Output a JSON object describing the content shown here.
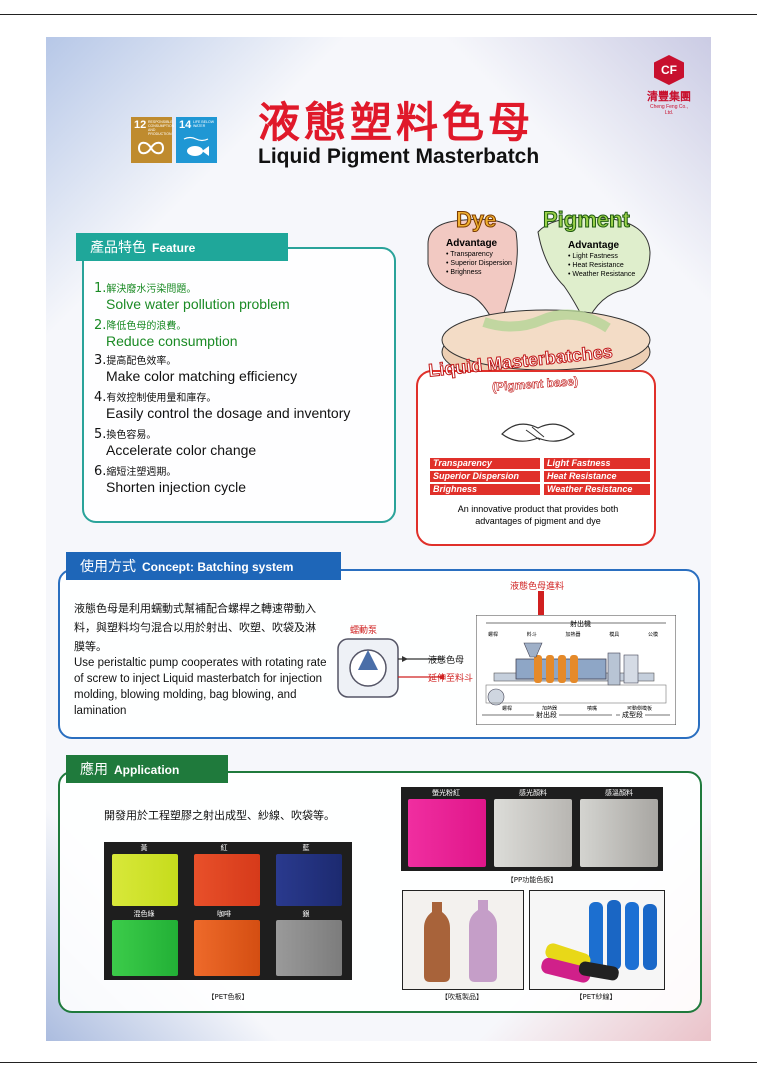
{
  "header": {
    "title_cn": "液態塑料色母",
    "title_en": "Liquid Pigment Masterbatch",
    "sdg12_num": "12",
    "sdg12_text": "RESPONSIBLE CONSUMPTION AND PRODUCTION",
    "sdg14_num": "14",
    "sdg14_text": "LIFE BELOW WATER",
    "logo_mark": "CF",
    "logo_cn": "清豐集團",
    "logo_en": "Cheng Feng Co., Ltd."
  },
  "feature": {
    "tag_cn": "產品特色",
    "tag_en": "Feature",
    "items": [
      {
        "num": "1.",
        "cn": "解決廢水污染問題。",
        "en": "Solve water pollution problem"
      },
      {
        "num": "2.",
        "cn": "降低色母的浪費。",
        "en": "Reduce consumption"
      },
      {
        "num": "3.",
        "cn": "提高配色效率。",
        "en": "Make color matching efficiency"
      },
      {
        "num": "4.",
        "cn": "有效控制使用量和庫存。",
        "en": "Easily control the dosage and inventory"
      },
      {
        "num": "5.",
        "cn": "換色容易。",
        "en": "Accelerate color change"
      },
      {
        "num": "6.",
        "cn": "縮短注塑週期。",
        "en": "Shorten injection cycle"
      }
    ]
  },
  "advantage": {
    "dye_title": "Dye",
    "dye_adv": "Advantage",
    "dye_items": [
      "Transparency",
      "Superior Dispersion",
      "Brighness"
    ],
    "pigment_title": "Pigment",
    "pigment_adv": "Advantage",
    "pigment_items": [
      "Light Fastness",
      "Heat Resistance",
      "Weather Resistance"
    ],
    "banner1": "Liquid Masterbatches",
    "banner2": "(Pigment base)",
    "left_cells": [
      "Transparency",
      "Superior Dispersion",
      "Brighness"
    ],
    "right_cells": [
      "Light Fastness",
      "Heat Resistance",
      "Weather Resistance"
    ],
    "summary": "An innovative product that provides both advantages of pigment and dye",
    "colors": {
      "dye": "#f0b030",
      "pigment": "#9bd24a",
      "red": "#e0302a"
    }
  },
  "concept": {
    "tag_cn": "使用方式",
    "tag_en": "Concept: Batching system",
    "text_cn": "液態色母是利用蠕動式幫補配合螺桿之轉速帶動入料，與塑料均勻混合以用於射出、吹塑、吹袋及淋膜等。",
    "text_en": "Use peristaltic pump cooperates with rotating rate of screw to inject Liquid masterbatch for injection molding, blowing molding, bag blowing, and lamination",
    "pump_label": "蠕動泵",
    "in_label": "液態色母",
    "out_label": "延伸至料斗",
    "feed_label": "液態色母進料",
    "machine_label": "射出機",
    "part_labels": [
      "螺桿",
      "料斗",
      "加熱器",
      "模具",
      "公模"
    ],
    "bottom_labels": [
      "螺桿",
      "加熱器",
      "噴嘴",
      "可動側模板"
    ],
    "section1": "射出段",
    "section2": "成型段"
  },
  "application": {
    "tag_cn": "應用",
    "tag_en": "Application",
    "desc": "開發用於工程塑膠之射出成型、紗線、吹袋等。",
    "pet_labels": [
      "黃",
      "紅",
      "藍",
      "混色綠",
      "咖啡",
      "銀"
    ],
    "pet_caption": "【PET色板】",
    "pp_labels": [
      "螢光粉紅",
      "感光顏料",
      "感溫顏料"
    ],
    "pp_caption": "【PP功能色板】",
    "bottle_caption": "【吹瓶製品】",
    "yarn_caption": "【PET紗線】"
  }
}
